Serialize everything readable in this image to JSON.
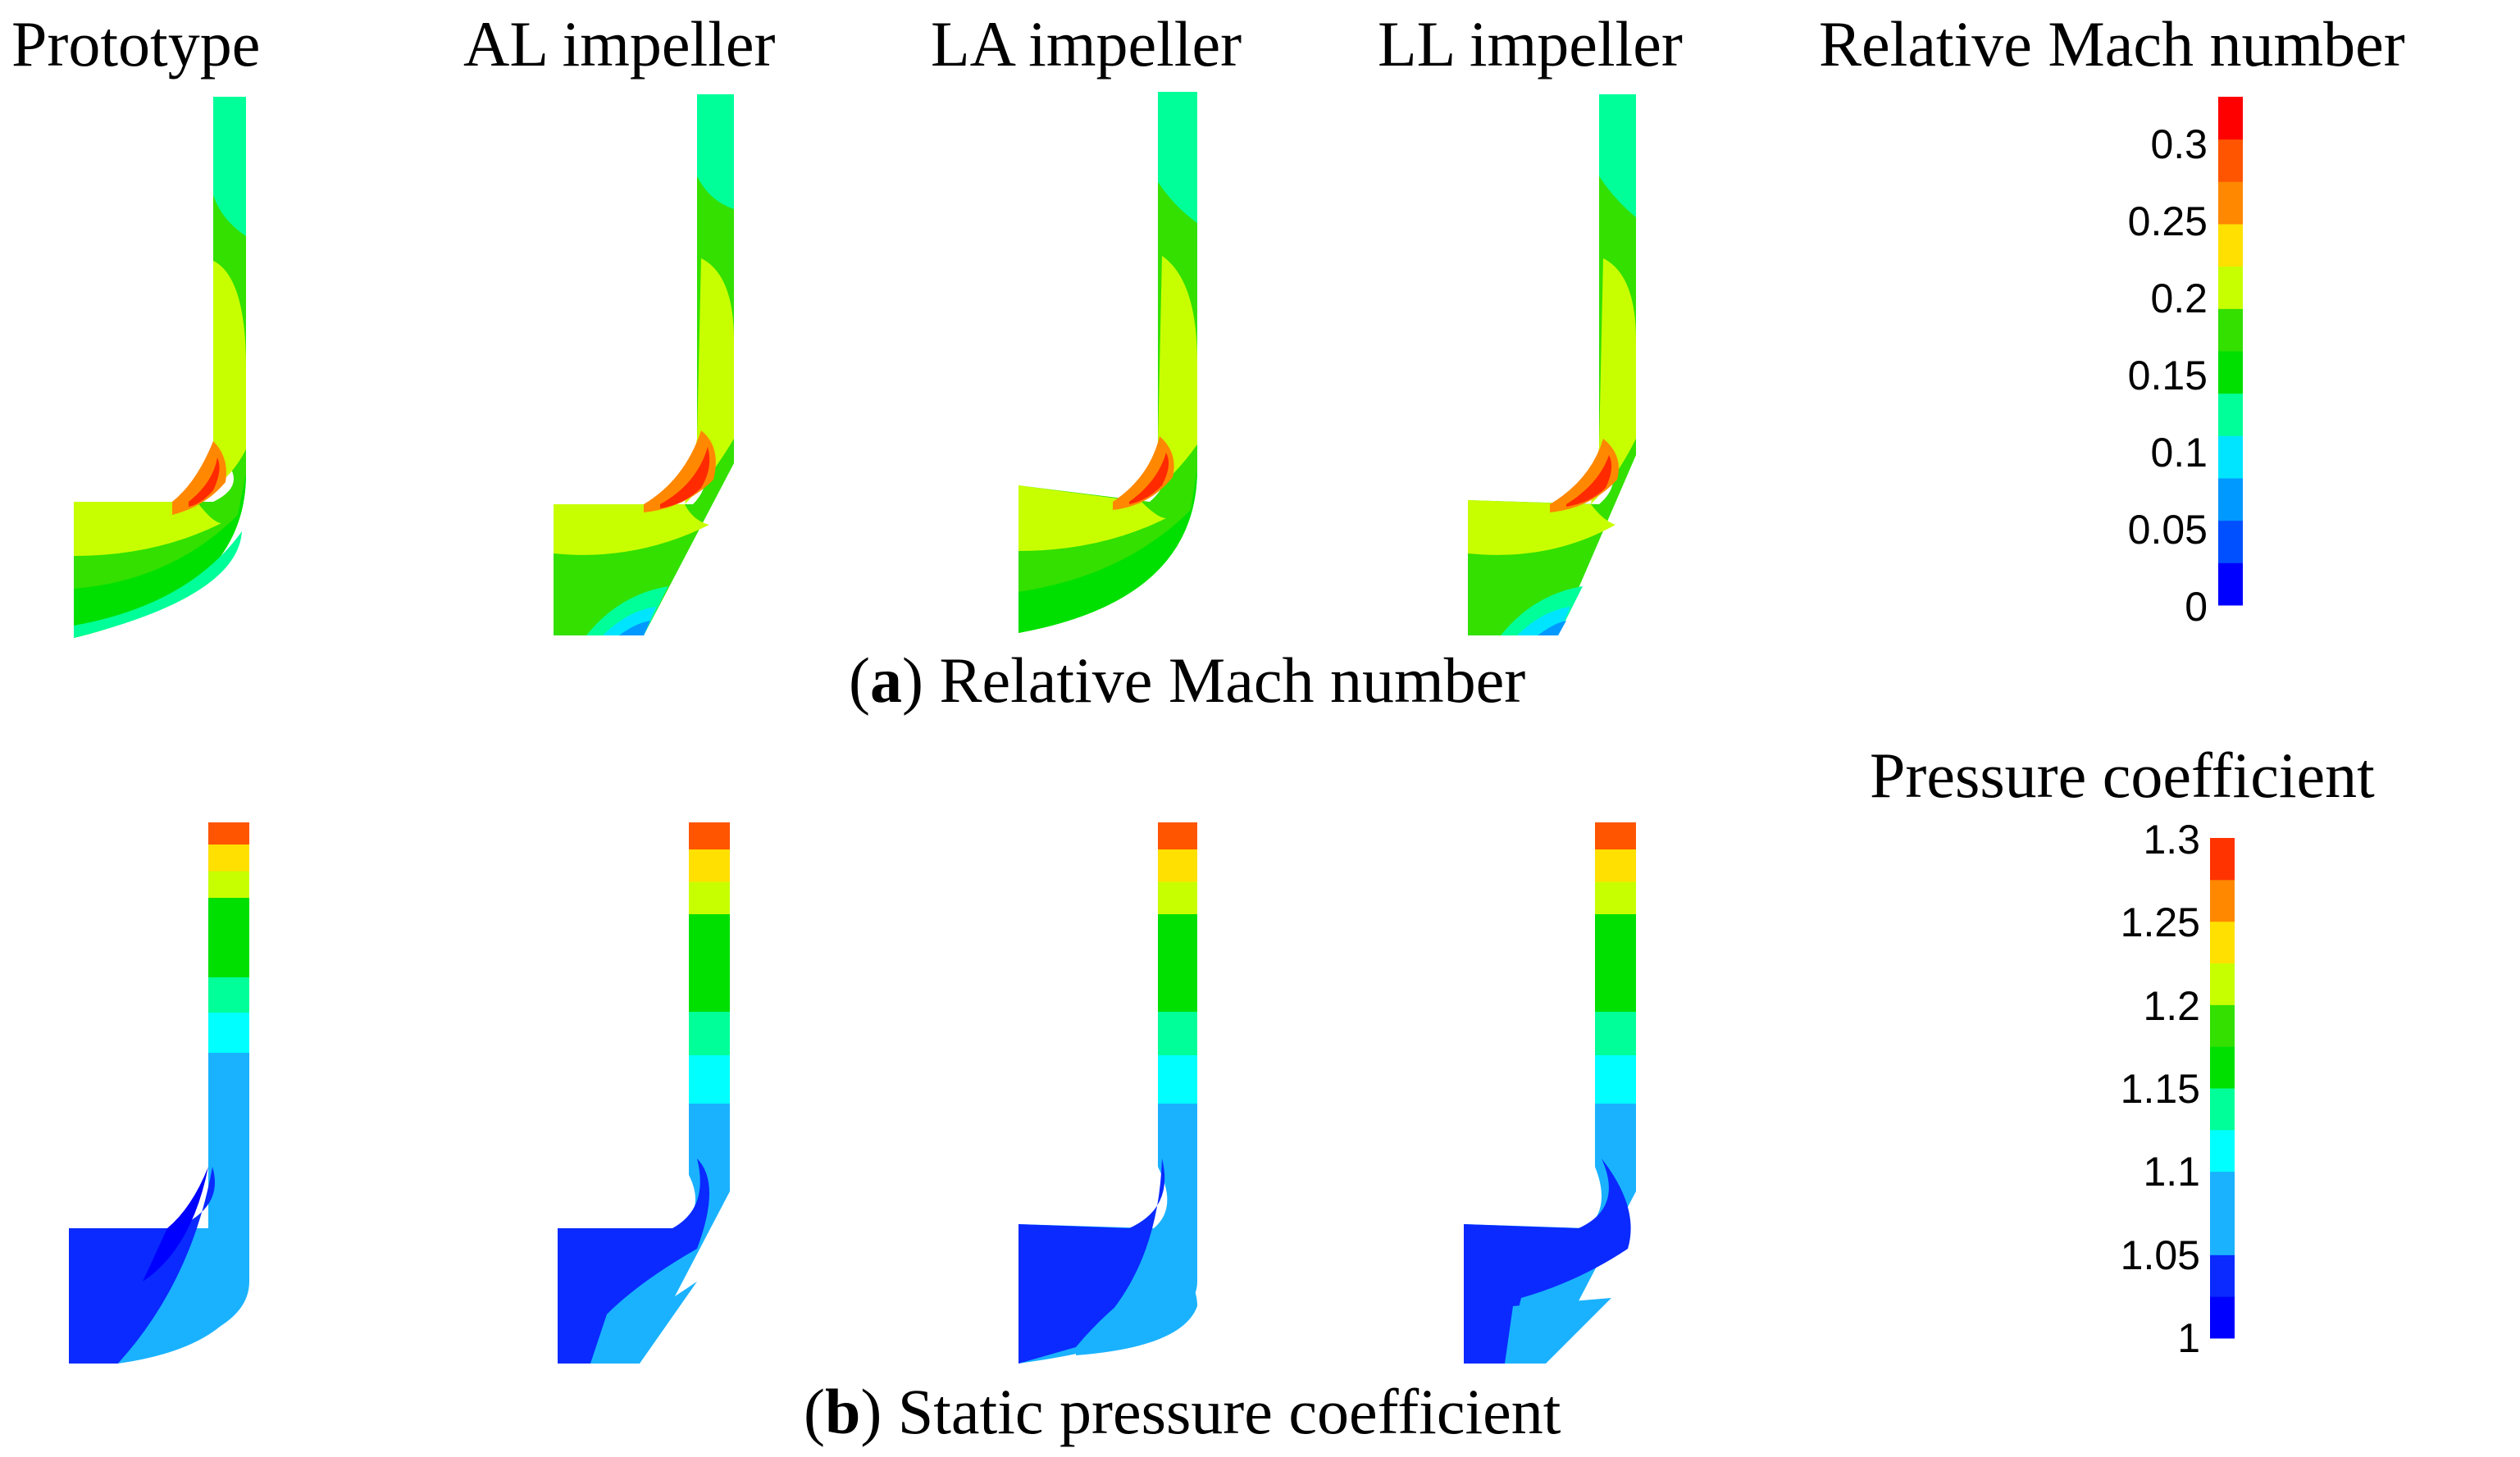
{
  "columns": {
    "prototype": "Prototype",
    "al": "AL impeller",
    "la": "LA impeller",
    "ll": "LL impeller"
  },
  "panel_a": {
    "caption_letter": "a",
    "caption_text": "Relative Mach number",
    "legend_title": "Relative Mach number",
    "legend_ticks": [
      "0.3",
      "0.25",
      "0.2",
      "0.15",
      "0.1",
      "0.05",
      "0"
    ],
    "legend_colors": [
      "#0000ff",
      "#0050ff",
      "#0099ff",
      "#00e5ff",
      "#00ff99",
      "#00e000",
      "#33e000",
      "#c8ff00",
      "#ffe000",
      "#ff8800",
      "#ff5500",
      "#ff0000"
    ]
  },
  "panel_b": {
    "caption_letter": "b",
    "caption_text": "Static pressure coefficient",
    "legend_title": "Pressure coefficient",
    "legend_ticks": [
      "1.3",
      "1.25",
      "1.2",
      "1.15",
      "1.1",
      "1.05",
      "1"
    ],
    "legend_colors": [
      "#0000ff",
      "#0a2aff",
      "#1ab2ff",
      "#1ab2ff",
      "#00ffff",
      "#00ff99",
      "#00e000",
      "#33e000",
      "#c8ff00",
      "#ffe000",
      "#ff8800",
      "#ff3300"
    ]
  }
}
